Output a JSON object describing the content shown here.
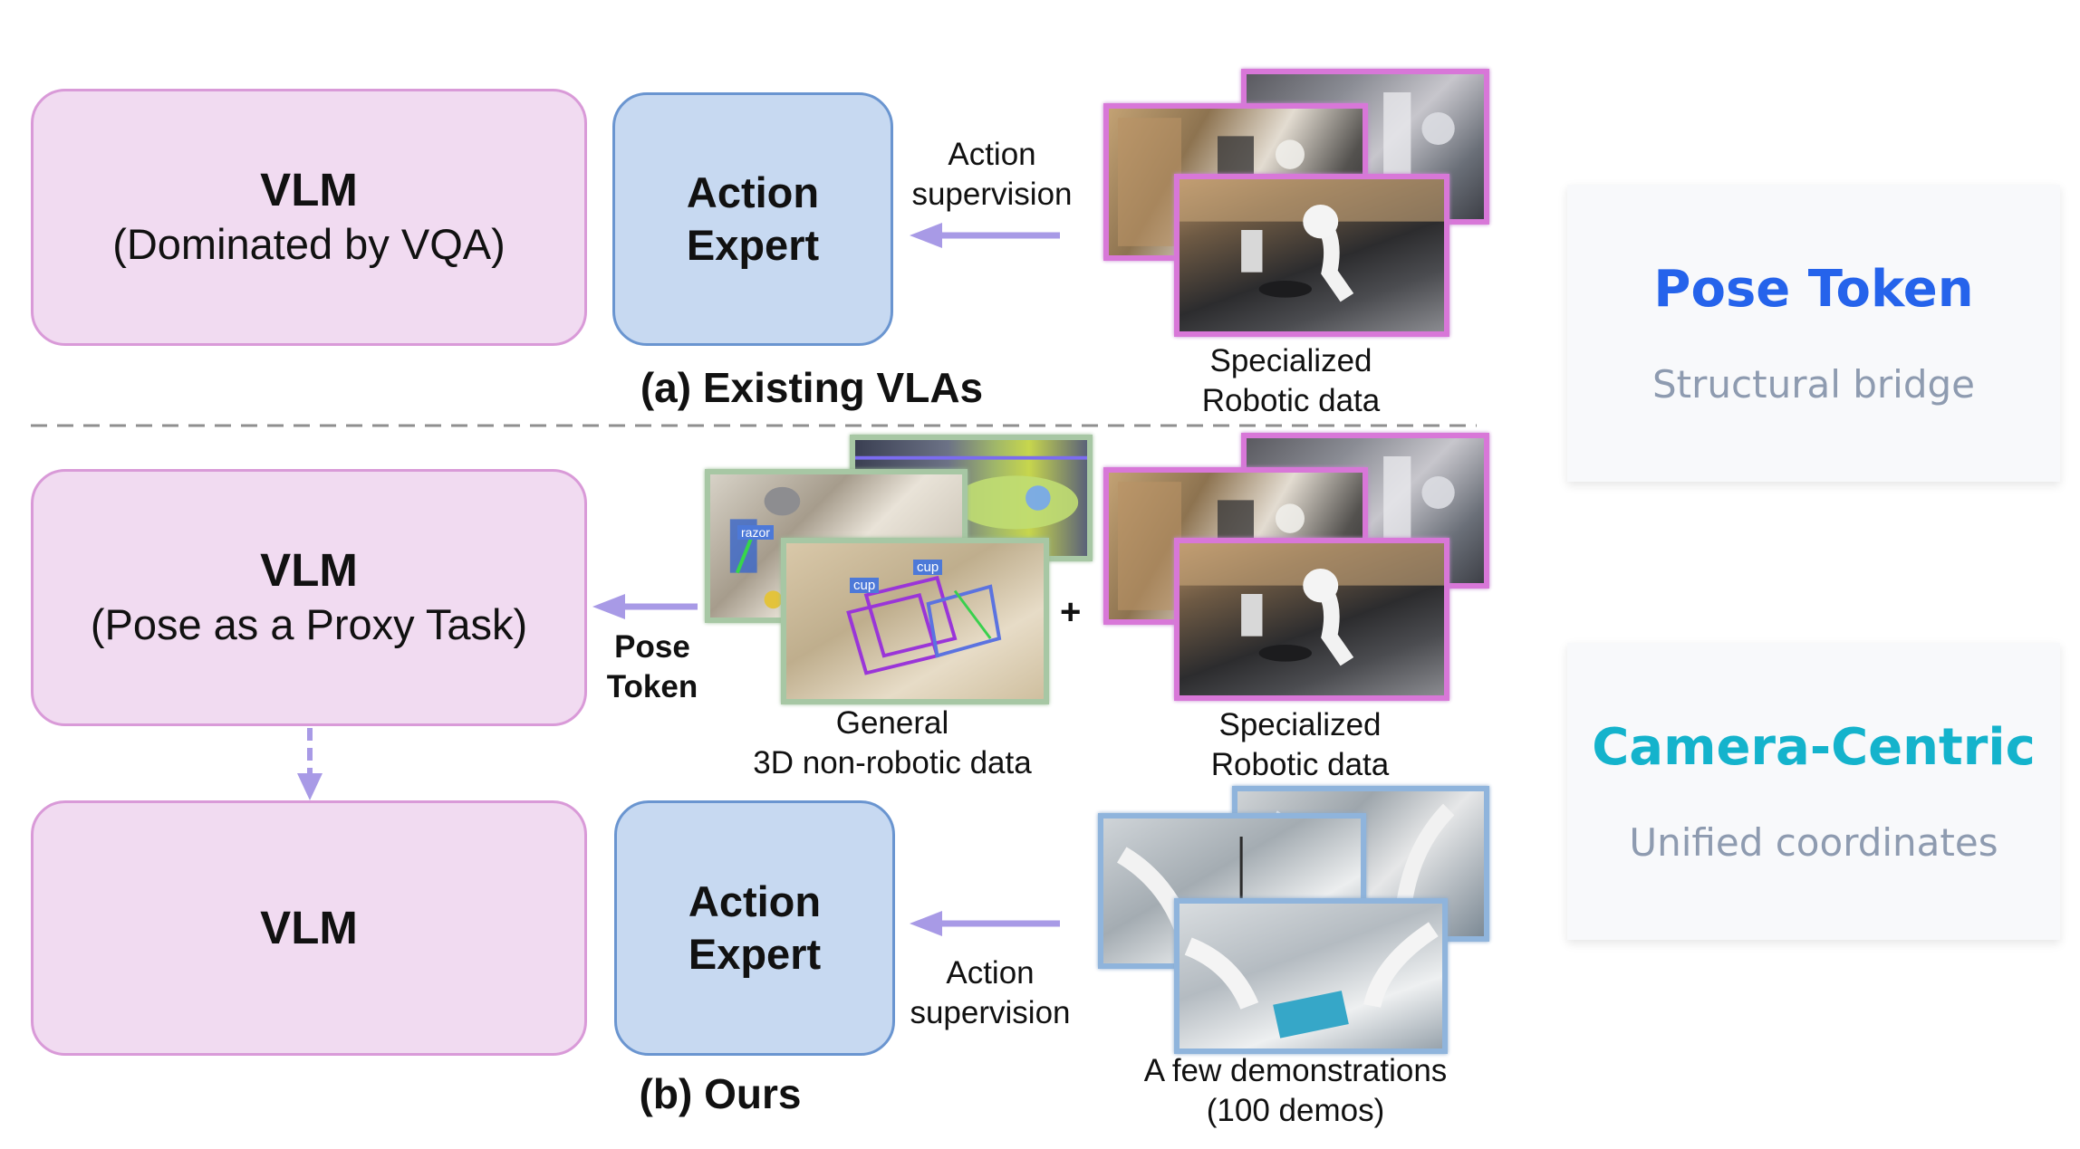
{
  "existing": {
    "vlm_title": "VLM",
    "vlm_subtitle": "(Dominated by VQA)",
    "expert_line1": "Action",
    "expert_line2": "Expert",
    "arrow_label_line1": "Action",
    "arrow_label_line2": "supervision",
    "data_label_line1": "Specialized",
    "data_label_line2": "Robotic data",
    "caption": "(a) Existing VLAs"
  },
  "ours": {
    "vlm_title": "VLM",
    "vlm_subtitle": "(Pose as a Proxy Task)",
    "pose_token_line1": "Pose",
    "pose_token_line2": "Token",
    "general_label_line1": "General",
    "general_label_line2": "3D non-robotic data",
    "plus": "+",
    "specialized_label_line1": "Specialized",
    "specialized_label_line2": "Robotic data",
    "vlm2_title": "VLM",
    "expert_line1": "Action",
    "expert_line2": "Expert",
    "arrow_label_line1": "Action",
    "arrow_label_line2": "supervision",
    "demo_label_line1": "A few demonstrations",
    "demo_label_line2": "(100 demos)",
    "caption": "(b) Ours",
    "photo_tags": [
      "razor",
      "cup",
      "cup"
    ]
  },
  "side_cards": [
    {
      "title": "Pose Token",
      "subtitle": "Structural bridge",
      "color": "#2563eb"
    },
    {
      "title": "Camera-Centric",
      "subtitle": "Unified coordinates",
      "color": "#14b3cc"
    }
  ],
  "colors": {
    "vlm_fill": "#f1dbf1",
    "expert_fill": "#c7d9f1",
    "arrow": "#a89ae6"
  }
}
